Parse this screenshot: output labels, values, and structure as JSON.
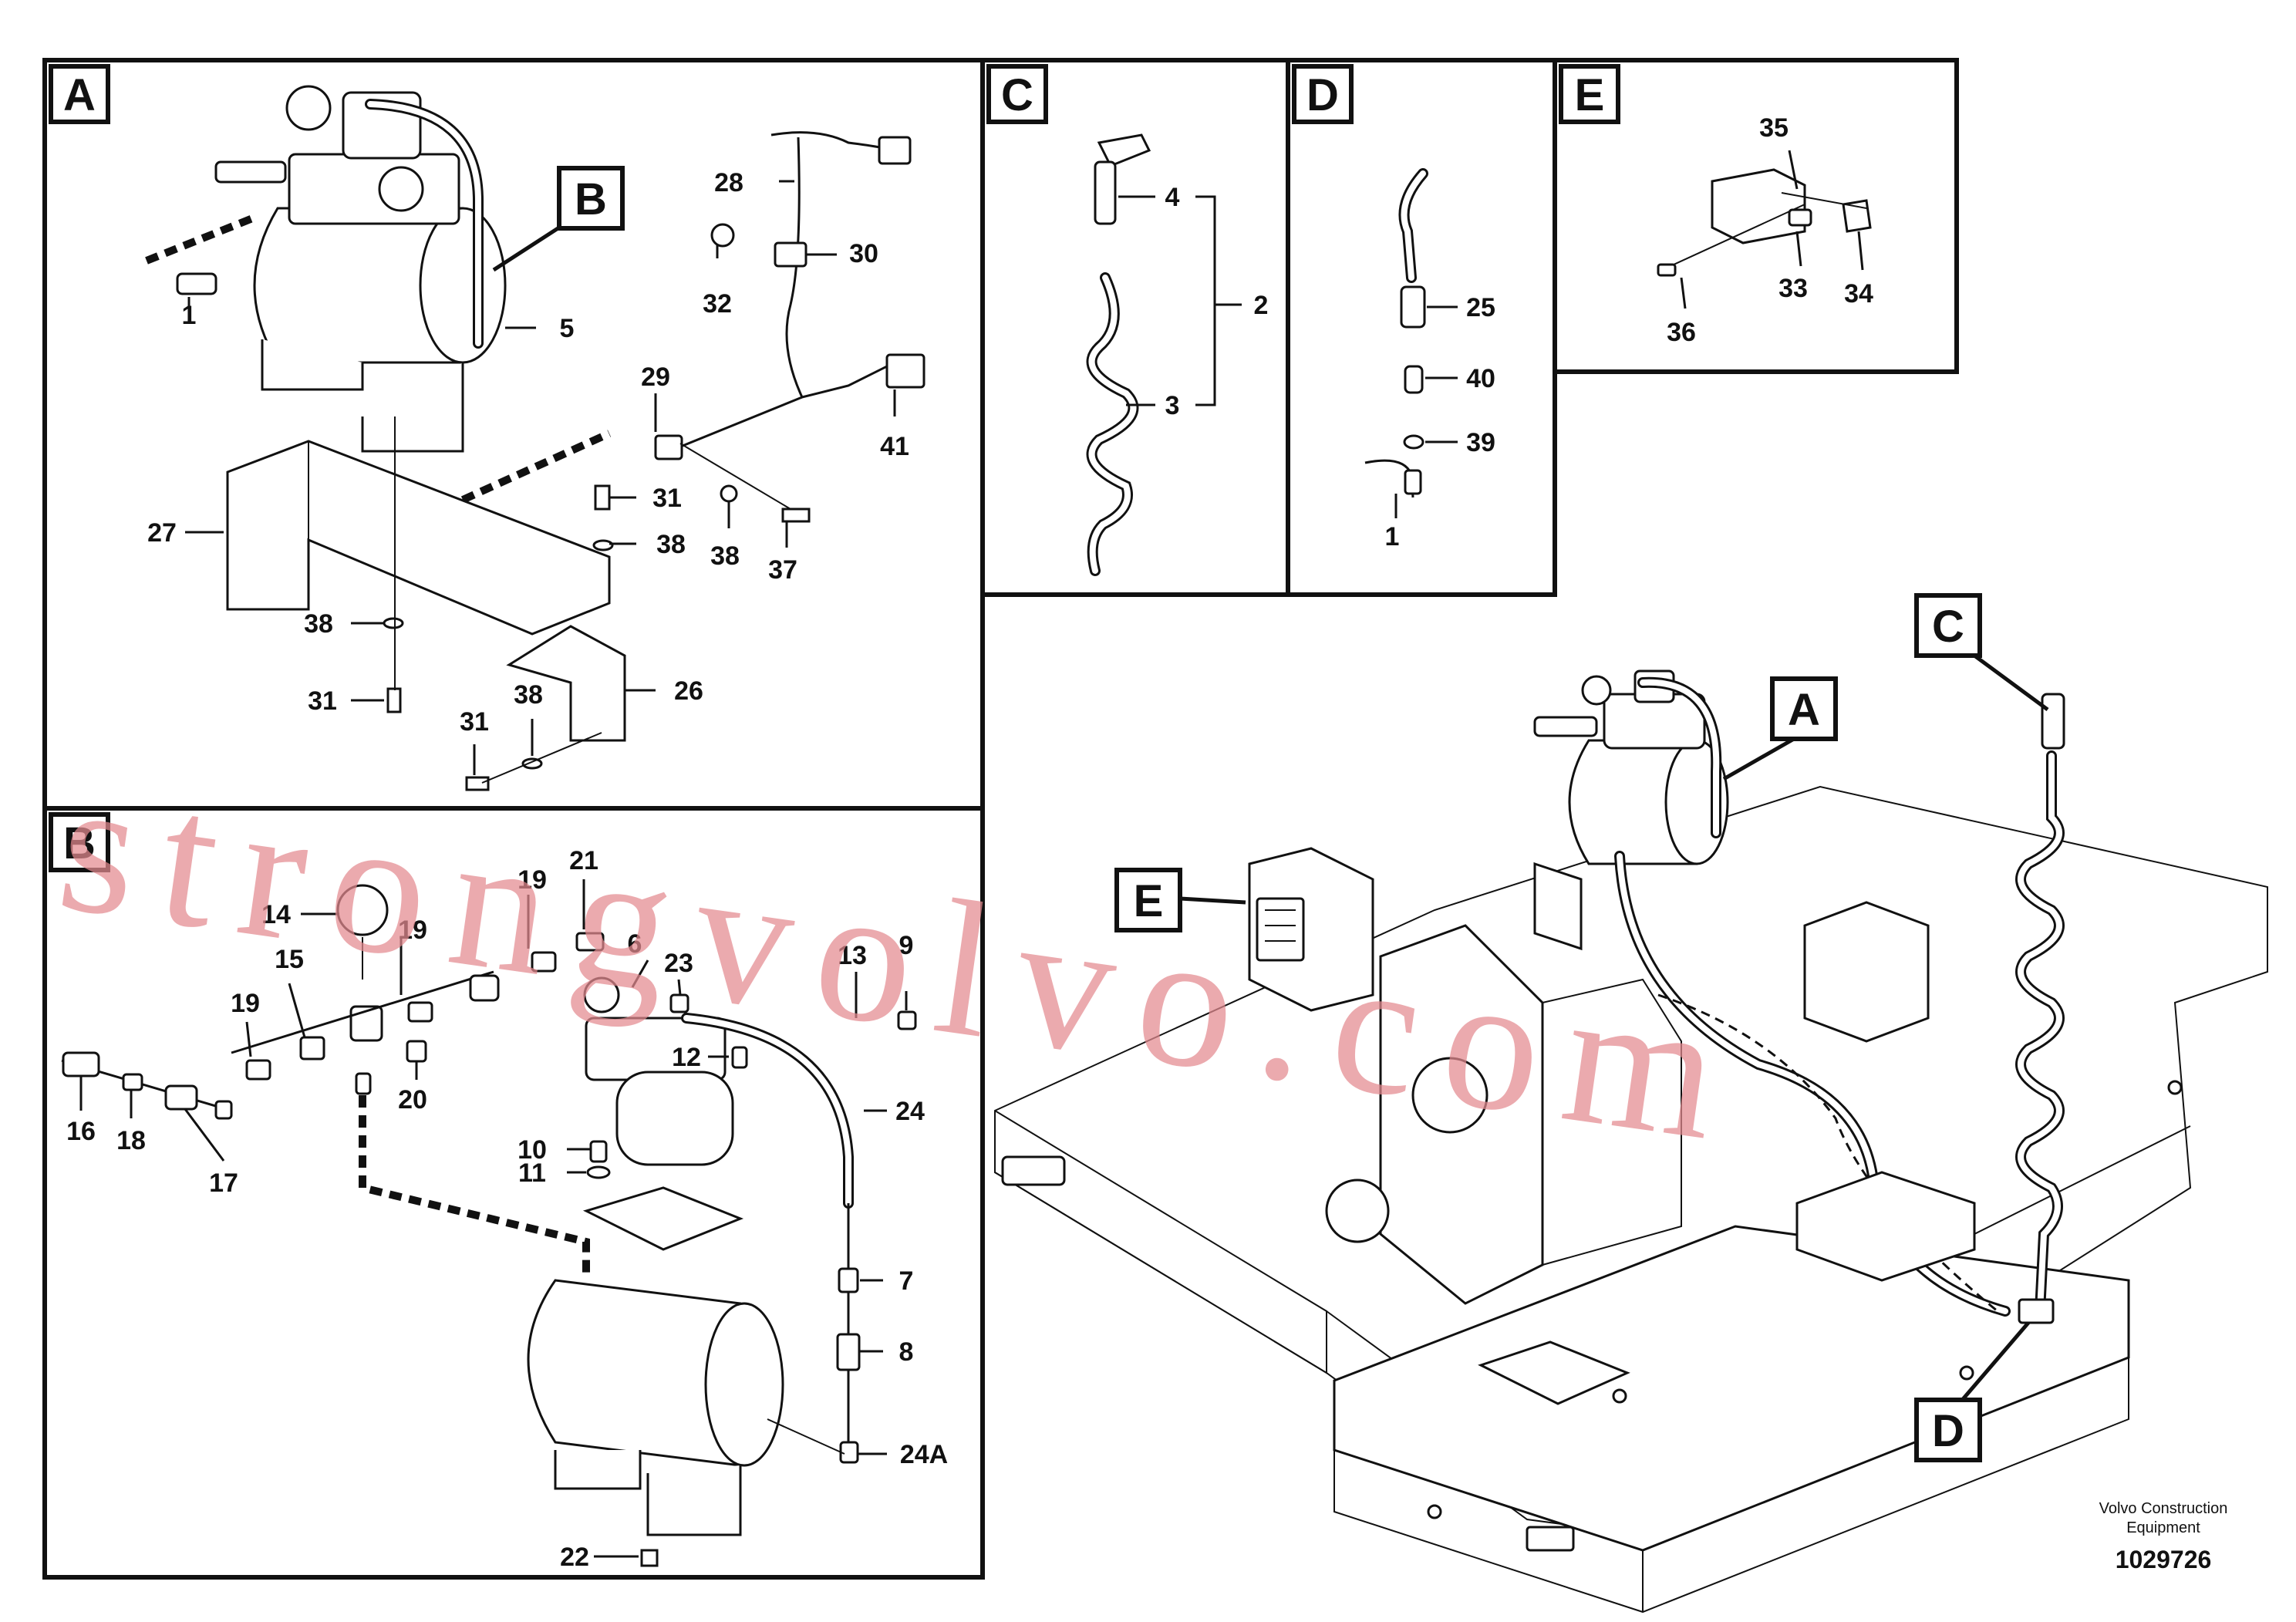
{
  "panels": {
    "A": {
      "tag": "A"
    },
    "B": {
      "tag": "B"
    },
    "C": {
      "tag": "C"
    },
    "D": {
      "tag": "D"
    },
    "E": {
      "tag": "E"
    }
  },
  "callouts": {
    "inset_B": "B",
    "main_A": "A",
    "main_C": "C",
    "main_D": "D",
    "main_E": "E"
  },
  "labels": {
    "panelA": [
      "1",
      "5",
      "28",
      "30",
      "32",
      "29",
      "41",
      "27",
      "31",
      "38",
      "38",
      "37",
      "38",
      "31",
      "38",
      "26",
      "31"
    ],
    "panelB": [
      "14",
      "19",
      "21",
      "19",
      "15",
      "19",
      "16",
      "18",
      "17",
      "20",
      "6",
      "23",
      "13",
      "9",
      "12",
      "24",
      "10",
      "11",
      "7",
      "8",
      "24A",
      "22"
    ],
    "panelC": [
      "4",
      "2",
      "3"
    ],
    "panelD": [
      "25",
      "40",
      "39",
      "1"
    ],
    "panelE": [
      "35",
      "33",
      "34",
      "36"
    ]
  },
  "footer": {
    "company_line1": "Volvo Construction",
    "company_line2": "Equipment",
    "drawing_id": "1029726"
  },
  "watermark": "strongvolvo.com"
}
